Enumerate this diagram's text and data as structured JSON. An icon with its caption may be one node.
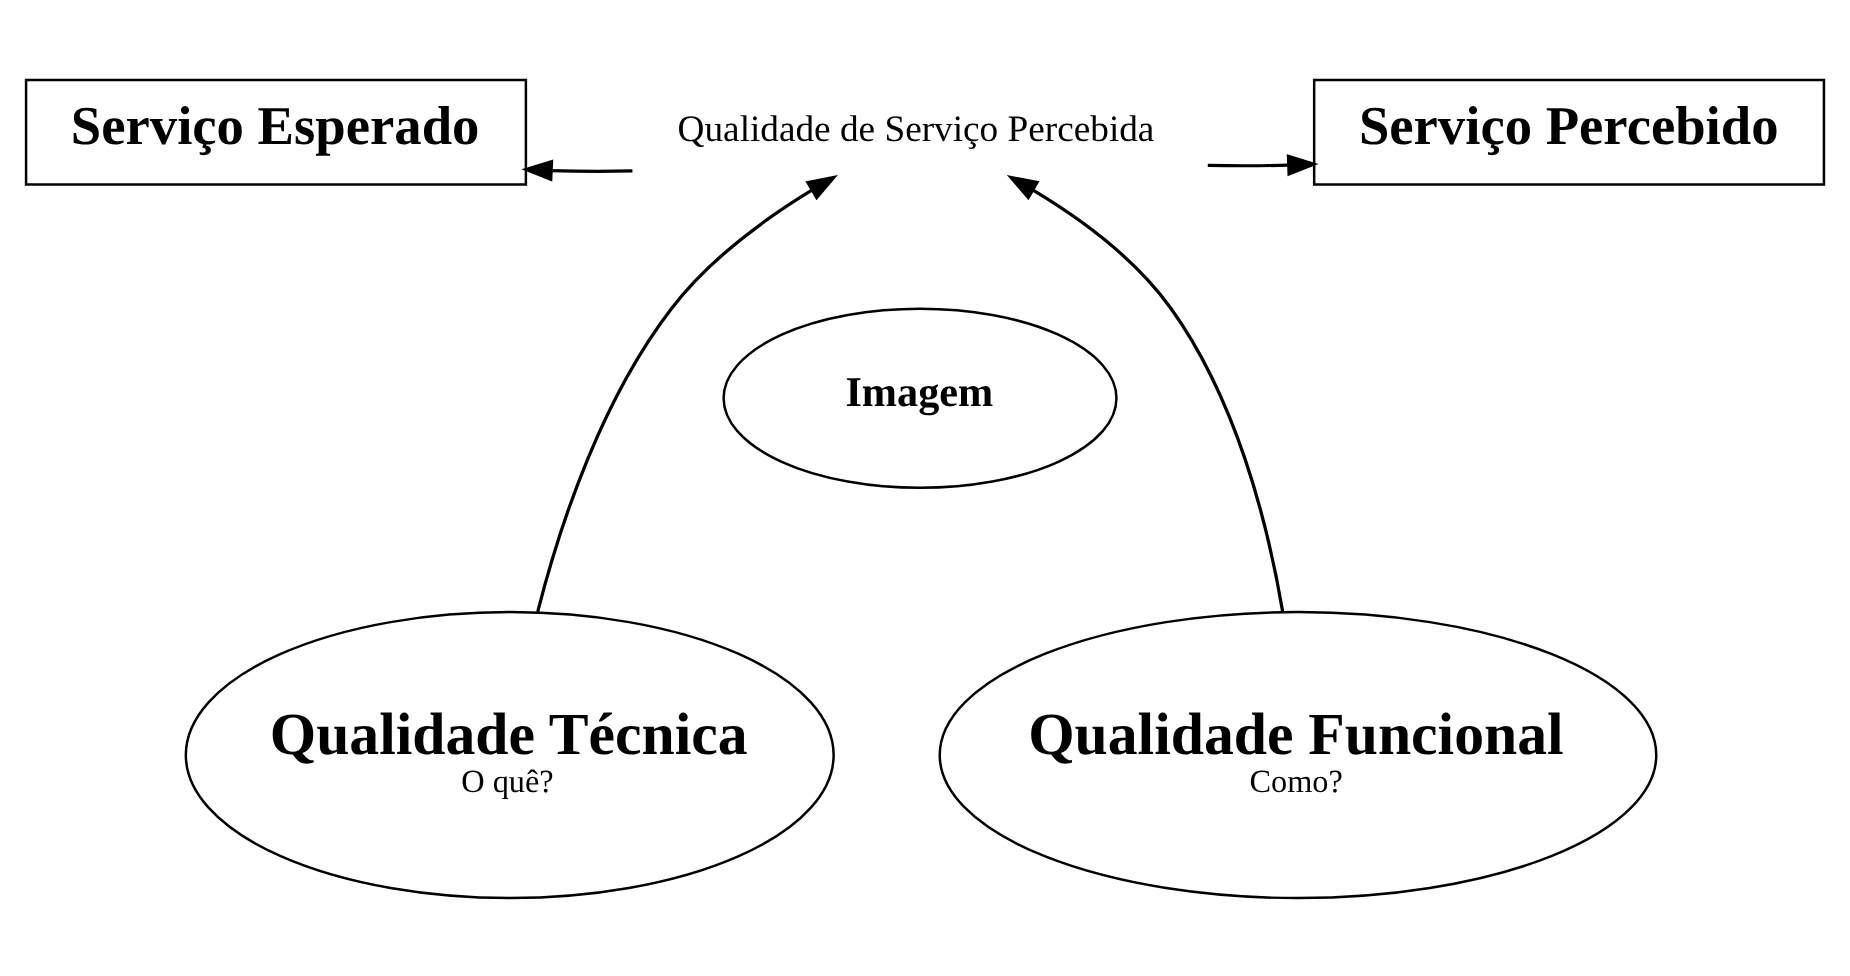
{
  "diagram": {
    "nodes": [
      {
        "text": [
          "Serviço Esperado"
        ]
      },
      {
        "text": [
          "Serviço Percebido"
        ]
      },
      {
        "text": [
          "Qualidade de Serviço Percebida"
        ]
      },
      {
        "text": [
          "Imagem"
        ]
      },
      {
        "text": [
          "Qualidade Técnica",
          "O quê?"
        ]
      },
      {
        "text": [
          "Qualidade Funcional",
          "Como?"
        ]
      }
    ],
    "edges": [
      {
        "from": 2,
        "to": 0,
        "arrow": "to"
      },
      {
        "from": 2,
        "to": 1,
        "arrow": "to"
      },
      {
        "from": 4,
        "to": 2,
        "arrow": "to"
      },
      {
        "from": 5,
        "to": 2,
        "arrow": "to"
      }
    ]
  }
}
